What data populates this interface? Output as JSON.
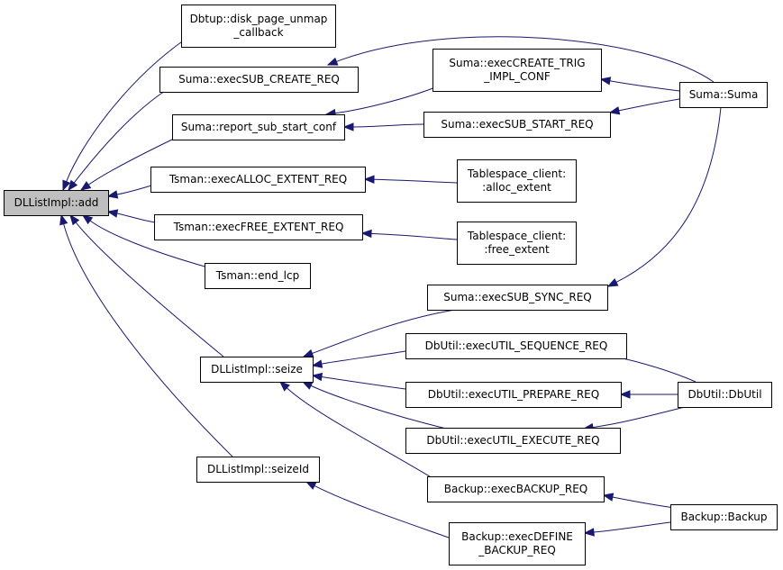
{
  "graph": {
    "nodes": [
      {
        "id": "dllist_add",
        "lines": [
          "DLListImpl::add"
        ],
        "root": true
      },
      {
        "id": "dbtup_unmap",
        "lines": [
          "Dbtup::disk_page_unmap",
          "_callback"
        ]
      },
      {
        "id": "suma_sub_create",
        "lines": [
          "Suma::execSUB_CREATE_REQ"
        ]
      },
      {
        "id": "suma_report",
        "lines": [
          "Suma::report_sub_start_conf"
        ]
      },
      {
        "id": "tsman_alloc",
        "lines": [
          "Tsman::execALLOC_EXTENT_REQ"
        ]
      },
      {
        "id": "tsman_free",
        "lines": [
          "Tsman::execFREE_EXTENT_REQ"
        ]
      },
      {
        "id": "tsman_endlcp",
        "lines": [
          "Tsman::end_lcp"
        ]
      },
      {
        "id": "dllist_seize",
        "lines": [
          "DLListImpl::seize"
        ]
      },
      {
        "id": "dllist_seizeid",
        "lines": [
          "DLListImpl::seizeId"
        ]
      },
      {
        "id": "suma_create_trig",
        "lines": [
          "Suma::execCREATE_TRIG",
          "_IMPL_CONF"
        ]
      },
      {
        "id": "suma_sub_start",
        "lines": [
          "Suma::execSUB_START_REQ"
        ]
      },
      {
        "id": "ts_alloc",
        "lines": [
          "Tablespace_client:",
          ":alloc_extent"
        ]
      },
      {
        "id": "ts_free",
        "lines": [
          "Tablespace_client:",
          ":free_extent"
        ]
      },
      {
        "id": "suma_sync",
        "lines": [
          "Suma::execSUB_SYNC_REQ"
        ]
      },
      {
        "id": "dbutil_seq",
        "lines": [
          "DbUtil::execUTIL_SEQUENCE_REQ"
        ]
      },
      {
        "id": "dbutil_prep",
        "lines": [
          "DbUtil::execUTIL_PREPARE_REQ"
        ]
      },
      {
        "id": "dbutil_exec",
        "lines": [
          "DbUtil::execUTIL_EXECUTE_REQ"
        ]
      },
      {
        "id": "backup_req",
        "lines": [
          "Backup::execBACKUP_REQ"
        ]
      },
      {
        "id": "backup_define",
        "lines": [
          "Backup::execDEFINE",
          "_BACKUP_REQ"
        ]
      },
      {
        "id": "suma_suma",
        "lines": [
          "Suma::Suma"
        ]
      },
      {
        "id": "dbutil_ctor",
        "lines": [
          "DbUtil::DbUtil"
        ]
      },
      {
        "id": "backup_ctor",
        "lines": [
          "Backup::Backup"
        ]
      }
    ],
    "edges": [
      {
        "from": "dbtup_unmap",
        "to": "dllist_add"
      },
      {
        "from": "suma_sub_create",
        "to": "dllist_add"
      },
      {
        "from": "suma_report",
        "to": "dllist_add"
      },
      {
        "from": "tsman_alloc",
        "to": "dllist_add"
      },
      {
        "from": "tsman_free",
        "to": "dllist_add"
      },
      {
        "from": "tsman_endlcp",
        "to": "dllist_add"
      },
      {
        "from": "dllist_seize",
        "to": "dllist_add"
      },
      {
        "from": "dllist_seizeid",
        "to": "dllist_add"
      },
      {
        "from": "suma_suma",
        "to": "suma_sub_create"
      },
      {
        "from": "suma_create_trig",
        "to": "suma_report"
      },
      {
        "from": "suma_sub_start",
        "to": "suma_report"
      },
      {
        "from": "suma_suma",
        "to": "suma_create_trig"
      },
      {
        "from": "suma_suma",
        "to": "suma_sub_start"
      },
      {
        "from": "ts_alloc",
        "to": "tsman_alloc"
      },
      {
        "from": "ts_free",
        "to": "tsman_free"
      },
      {
        "from": "suma_sync",
        "to": "dllist_seize"
      },
      {
        "from": "dbutil_seq",
        "to": "dllist_seize"
      },
      {
        "from": "dbutil_prep",
        "to": "dllist_seize"
      },
      {
        "from": "dbutil_exec",
        "to": "dllist_seize"
      },
      {
        "from": "backup_req",
        "to": "dllist_seize"
      },
      {
        "from": "backup_define",
        "to": "dllist_seizeid"
      },
      {
        "from": "suma_suma",
        "to": "suma_sync"
      },
      {
        "from": "dbutil_ctor",
        "to": "dbutil_seq"
      },
      {
        "from": "dbutil_ctor",
        "to": "dbutil_prep"
      },
      {
        "from": "dbutil_ctor",
        "to": "dbutil_exec"
      },
      {
        "from": "backup_ctor",
        "to": "backup_req"
      },
      {
        "from": "backup_ctor",
        "to": "backup_define"
      }
    ]
  }
}
